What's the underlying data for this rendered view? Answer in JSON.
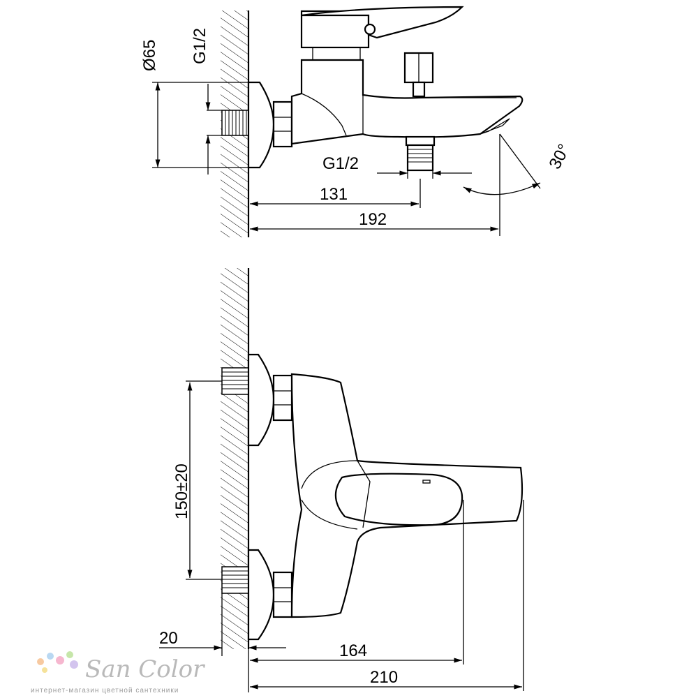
{
  "labels": {
    "diameter": "Ø65",
    "thread_wall": "G1/2",
    "thread_bottom": "G1/2",
    "dim_131": "131",
    "dim_192": "192",
    "angle": "30°",
    "centers": "150±20",
    "dim_20": "20",
    "dim_164": "164",
    "dim_210": "210"
  },
  "logo": {
    "name": "San Color",
    "tagline": "интернет-магазин цветной сантехники",
    "dot_colors": [
      "#f7c9a0",
      "#b9d8f2",
      "#f6b7cf",
      "#c6e6a9",
      "#f5e29a",
      "#d3c4ee"
    ]
  }
}
